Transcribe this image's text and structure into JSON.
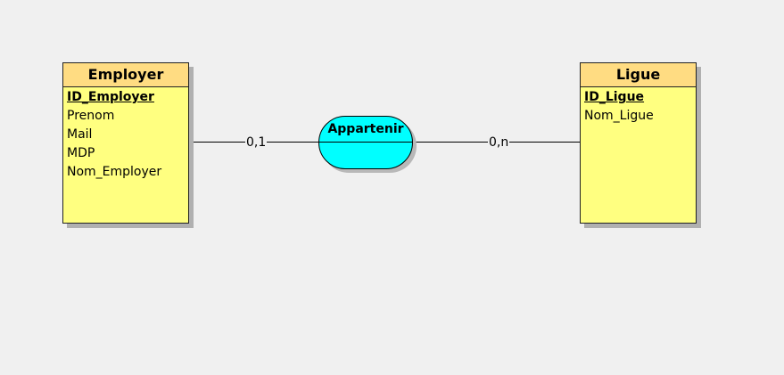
{
  "entities": {
    "employer": {
      "title": "Employer",
      "attributes": [
        {
          "label": "ID_Employer",
          "key": true
        },
        {
          "label": "Prenom",
          "key": false
        },
        {
          "label": "Mail",
          "key": false
        },
        {
          "label": "MDP",
          "key": false
        },
        {
          "label": "Nom_Employer",
          "key": false
        }
      ]
    },
    "ligue": {
      "title": "Ligue",
      "attributes": [
        {
          "label": "ID_Ligue",
          "key": true
        },
        {
          "label": "Nom_Ligue",
          "key": false
        }
      ]
    }
  },
  "association": {
    "label": "Appartenir"
  },
  "cardinalities": {
    "employer_side": "0,1",
    "ligue_side": "0,n"
  },
  "colors": {
    "entity_header": "#ffdc82",
    "entity_body": "#ffff80",
    "association_fill": "#00ffff",
    "background": "#f0f0f0"
  }
}
